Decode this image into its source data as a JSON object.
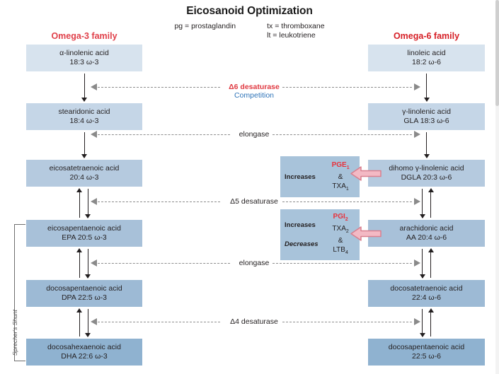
{
  "header": {
    "title": "Eicosanoid Optimization",
    "legend": [
      "pg = prostaglandin",
      "tx = thromboxane",
      "lt = leukotriene"
    ],
    "legend_left": "pg = prostaglandin",
    "legend_right_1": "tx = thromboxane",
    "legend_right_2": "lt = leukotriene"
  },
  "families": {
    "omega3": "Omega-3 family",
    "omega6": "Omega-6 family",
    "omega3_color": "#e0404a",
    "omega6_color": "#d61f26"
  },
  "omega3_chain": [
    {
      "name": "α-linolenic acid",
      "code": "18:3 ω-3",
      "fill": "#d7e3ee"
    },
    {
      "name": "stearidonic acid",
      "code": "18:4 ω-3",
      "fill": "#c5d6e7"
    },
    {
      "name": "eicosatetraenoic acid",
      "code": "20:4 ω-3",
      "fill": "#b5cadf"
    },
    {
      "name": "eicosapentaenoic acid",
      "code": "EPA 20:5 ω-3",
      "fill": "#a8c1d9"
    },
    {
      "name": "docosapentaenoic acid",
      "code": "DPA 22:5 ω-3",
      "fill": "#9dbad5"
    },
    {
      "name": "docosahexaenoic acid",
      "code": "DHA 22:6 ω-3",
      "fill": "#8fb2d0"
    }
  ],
  "omega6_chain": [
    {
      "name": "linoleic acid",
      "code": "18:2 ω-6",
      "fill": "#d7e3ee"
    },
    {
      "name": "γ-linolenic acid",
      "code": "GLA 18:3 ω-6",
      "fill": "#c5d6e7"
    },
    {
      "name": "dihomo γ-linolenic acid",
      "code": "DGLA 20:3 ω-6",
      "fill": "#b5cadf"
    },
    {
      "name": "arachidonic acid",
      "code": "AA 20:4 ω-6",
      "fill": "#a8c1d9"
    },
    {
      "name": "docosatetraenoic acid",
      "code": "22:4 ω-6",
      "fill": "#9dbad5"
    },
    {
      "name": "docosapentaenoic acid",
      "code": "22:5 ω-6",
      "fill": "#8fb2d0"
    }
  ],
  "enzymes": [
    {
      "label": "Δ6 desaturase",
      "sub": "Competition",
      "style": "red"
    },
    {
      "label": "elongase",
      "sub": "",
      "style": "black"
    },
    {
      "label": "Δ5 desaturase",
      "sub": "",
      "style": "black"
    },
    {
      "label": "elongase",
      "sub": "",
      "style": "black"
    },
    {
      "label": "Δ4 desaturase",
      "sub": "",
      "style": "black"
    }
  ],
  "eicosanoids": [
    {
      "increases_label": "Increases",
      "decreases_label": "",
      "molecules": [
        {
          "text": "PGE",
          "sub": "1",
          "color": "red"
        },
        {
          "text": "&",
          "sub": "",
          "color": "black"
        },
        {
          "text": "TXA",
          "sub": "1",
          "color": "black"
        }
      ]
    },
    {
      "increases_label": "Increases",
      "decreases_label": "Decreases",
      "molecules": [
        {
          "text": "PGI",
          "sub": "2",
          "color": "red"
        },
        {
          "text": "TXA",
          "sub": "2",
          "color": "black"
        },
        {
          "text": "&",
          "sub": "",
          "color": "black"
        },
        {
          "text": "LTB",
          "sub": "4",
          "color": "black"
        }
      ]
    }
  ],
  "bracket": {
    "label": "Sprecher's Shunt"
  },
  "colors": {
    "dash": "#8d8d8d",
    "arrowhead": "#8a8a8a",
    "arrow": "#231f20",
    "pink_fill": "#f3b9c4",
    "pink_stroke": "#d8808f",
    "eicosanoid_fill": "#a8c3da",
    "molecule_red": "#e8323c",
    "enzyme_red": "#e03a42",
    "competition_blue": "#2d73b8"
  }
}
